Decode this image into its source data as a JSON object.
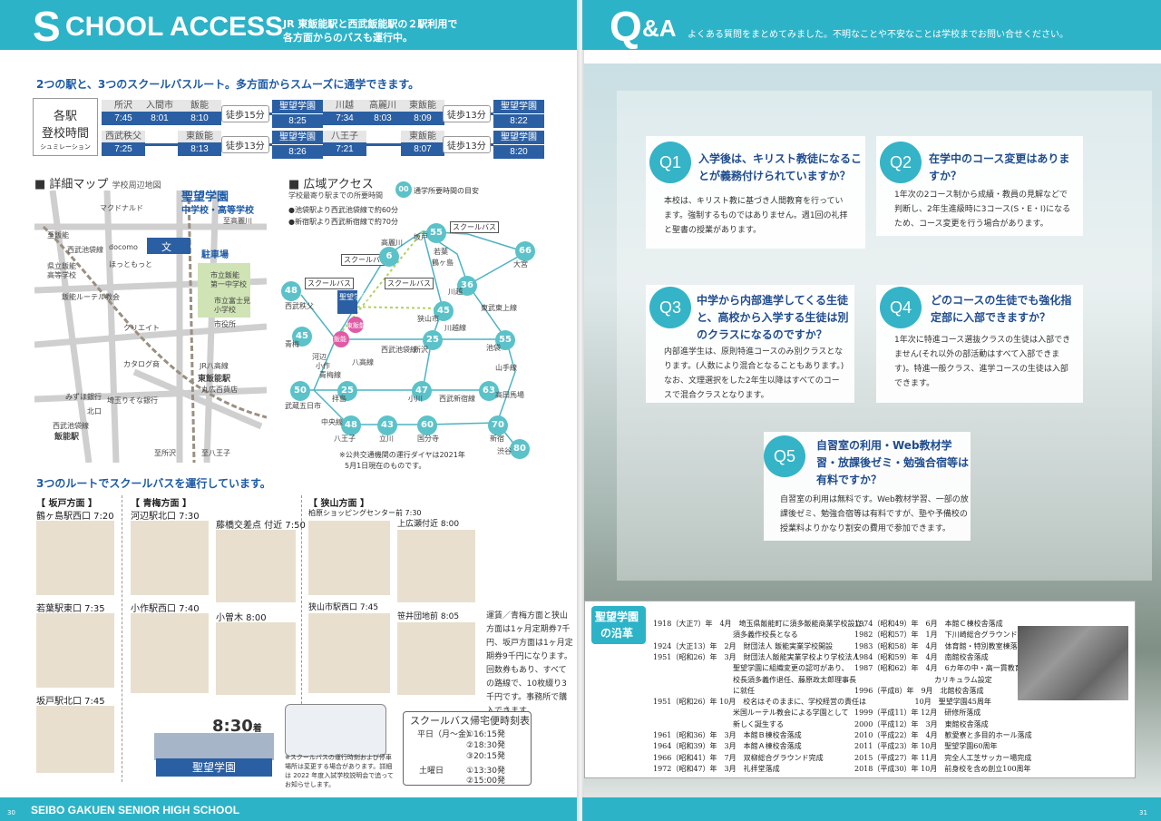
{
  "left_header": {
    "s": "S",
    "title": "CHOOL ACCESS",
    "sub1": "JR 東飯能駅と西武飯能駅の２駅利用で",
    "sub2": "各方面からのバスも運行中。"
  },
  "right_header": {
    "q": "Q",
    "title": "&A",
    "sub": "よくある質問をまとめてみました。不明なことや不安なことは学校までお問い合せください。"
  },
  "intro": "2つの駅と、3つのスクールバスルート。多方面からスムーズに通学できます。",
  "timing": {
    "label1": "各駅",
    "label2": "登校時間",
    "label3": "シュミレーション",
    "row1a": [
      {
        "n": "所沢",
        "t": "7:45"
      },
      {
        "n": "入間市",
        "t": "8:01"
      },
      {
        "n": "飯能",
        "t": "8:10"
      }
    ],
    "row1a_walk": "徒歩15分",
    "row1a_school": {
      "n": "聖望学園",
      "t": "8:25"
    },
    "row1b": [
      {
        "n": "川越",
        "t": "7:34"
      },
      {
        "n": "高麗川",
        "t": "8:03"
      },
      {
        "n": "東飯能",
        "t": "8:09"
      }
    ],
    "row1b_walk": "徒歩13分",
    "row1b_school": {
      "n": "聖望学園",
      "t": "8:22"
    },
    "row2a": [
      {
        "n": "西武秩父",
        "t": "7:25"
      },
      {
        "n": "東飯能",
        "t": "8:13"
      }
    ],
    "row2a_walk": "徒歩13分",
    "row2a_school": {
      "n": "聖望学園",
      "t": "8:26"
    },
    "row2b": [
      {
        "n": "八王子",
        "t": "7:21"
      },
      {
        "n": "東飯能",
        "t": "8:07"
      }
    ],
    "row2b_walk": "徒歩13分",
    "row2b_school": {
      "n": "聖望学園",
      "t": "8:20"
    }
  },
  "detail_map": {
    "title": "詳細マップ",
    "subtitle": "学校周辺地図",
    "school": "聖望学園",
    "school_sub": "中学校・高等学校",
    "parking": "駐車場",
    "labels": [
      "マクドナルド",
      "至飯能",
      "至高麗川",
      "西武池袋線",
      "docomo",
      "ほっともっと",
      "県立飯能",
      "高等学校",
      "飯能ルーテル教会",
      "市立飯能",
      "第一中学校",
      "市立富士見",
      "小学校",
      "市役所",
      "クリエイト",
      "カタログ商",
      "JR八高線",
      "東飯能駅",
      "丸広百貨店",
      "みずほ銀行",
      "埼玉りそな銀行",
      "北口",
      "西武池袋線",
      "飯能駅",
      "至所沢",
      "至八王子",
      "文"
    ]
  },
  "wide_map": {
    "title": "広域アクセス",
    "sub": "学校最寄り駅までの所要時間",
    "legend_num": "00",
    "legend": "通学所要時間の目安",
    "note1": "●池袋駅より西武池袋線で約60分",
    "note2": "●新宿駅より西武新宿線で約70分",
    "school": "聖望学園",
    "bus": "スクールバス",
    "hanno": "飯能",
    "higashi": "東飯能",
    "foot1": "※公共交通機関の運行ダイヤは2021年",
    "foot2": "5月1日現在のものです。",
    "nodes": [
      "55",
      "6",
      "66",
      "48",
      "36",
      "45",
      "45",
      "25",
      "55",
      "50",
      "25",
      "47",
      "63",
      "48",
      "43",
      "60",
      "70",
      "80"
    ],
    "places": [
      "坂戸",
      "高麗川",
      "若葉",
      "鶴ヶ島",
      "大宮",
      "西武秩父",
      "川越",
      "東武東上線",
      "狭山市",
      "川越線",
      "青梅",
      "河辺",
      "小作",
      "西武池袋線",
      "所沢",
      "池袋",
      "八高線",
      "山手線",
      "青梅線",
      "拝島",
      "小川",
      "西武新宿線",
      "高田馬場",
      "武蔵五日市",
      "中央線",
      "八王子",
      "立川",
      "国分寺",
      "新宿",
      "渋谷"
    ]
  },
  "bus_intro": "3つのルートでスクールバスを運行しています。",
  "routes": {
    "sakado": {
      "head": "【 坂戸方面 】",
      "s1": "鶴ヶ島駅西口 7:20",
      "s2": "若葉駅東口 7:35",
      "s3": "坂戸駅北口 7:45"
    },
    "ome": {
      "head": "【 青梅方面 】",
      "s1": "河辺駅北口 7:30",
      "s2": "小作駅西口 7:40",
      "s3": "藤橋交差点 付近 7:50",
      "s4": "小曽木 8:00"
    },
    "sayama": {
      "head": "【 狭山方面 】",
      "s1": "柏原ショッピングセンター前 7:30",
      "s2": "狭山市駅西口 7:45",
      "s3": "上広瀬付近 8:00",
      "s4": "笹井団地前 8:05"
    }
  },
  "arrive": {
    "time": "8:30",
    "suffix": "着",
    "school": "聖望学園"
  },
  "fare": "運賃／青梅方面と狭山方面は1ヶ月定期券7千円、坂戸方面は1ヶ月定期券9千円になります。回数券もあり、すべての路線で、10枚綴り3千円です。事務所で購入できます。",
  "bus_note": "※スクールバスの運行時刻および停車場所は変更する場合があります。詳細は 2022 年度入試学校説明会で追ってお知らせします。",
  "timetable": {
    "title": "スクールバス帰宅便時刻表",
    "weekday": "平日（月〜金）",
    "w1": "①16:15発",
    "w2": "②18:30発",
    "w3": "③20:15発",
    "sat": "土曜日",
    "s1": "①13:30発",
    "s2": "②15:00発"
  },
  "qa": [
    {
      "n": "Q1",
      "title": "入学後は、キリスト教徒になることが義務付けられていますか？",
      "body": "本校は、キリスト教に基づき人間教育を行っています。強制するものではありません。週1回の礼拝と聖書の授業があります。"
    },
    {
      "n": "Q2",
      "title": "在学中のコース変更はありますか？",
      "body": "1年次の2コース制から成績・教員の見解などで判断し、2年生進級時に3コース(S・E・I)になるため、コース変更を行う場合があります。"
    },
    {
      "n": "Q3",
      "title": "中学から内部進学してくる生徒と、高校から入学する生徒は別のクラスになるのですか？",
      "body": "内部進学生は、原則特進コースのみ別クラスとなります。(人数により混合となることもあります。)なお、文理選択をした2年生以降はすべてのコースで混合クラスとなります。"
    },
    {
      "n": "Q4",
      "title": "どのコースの生徒でも強化指定部に入部できますか？",
      "body": "1年次に特進コース選抜クラスの生徒は入部できません(それ以外の部活動はすべて入部できます)。特進一般クラス、進学コースの生徒は入部できます。"
    },
    {
      "n": "Q5",
      "title": "自習室の利用・Web教材学習・放課後ゼミ・勉強合宿等は有料ですか？",
      "body": "自習室の利用は無料です。Web教材学習、一部の放課後ゼミ、勉強合宿等は有料ですが、塾や予備校の授業料よりかなり割安の費用で参加できます。"
    }
  ],
  "history": {
    "title1": "聖望学園",
    "title2": "の沿革",
    "left": [
      "1918（大正7）年　4月　埼玉県飯能町に須多飯能商業学校設立、",
      "　　　　　　　　　　　須多義作校長となる",
      "1924（大正13）年　2月　財団法人 飯能実業学校開設",
      "1951（昭和26）年　3月　財団法人飯能実業学校より学校法人",
      "　　　　　　　　　　　聖望学園に組織変更の認可があり、",
      "　　　　　　　　　　　校長須多義作退任、藤原政太郎理事長",
      "　　　　　　　　　　　に就任",
      "1951（昭和26）年 10月　校名はそのままに、学校経営の責任は",
      "　　　　　　　　　　　米国ルーテル教会による学園として",
      "　　　　　　　　　　　新しく誕生する",
      "1961（昭和36）年　3月　本館Ｂ棟校舎落成",
      "1964（昭和39）年　3月　本館Ａ棟校舎落成",
      "1966（昭和41）年　7月　双柳総合グラウンド完成",
      "1972（昭和47）年　3月　礼拝堂落成"
    ],
    "right": [
      "1974（昭和49）年　6月　本館Ｃ棟校舎落成",
      "1982（昭和57）年　1月　下川崎総合グラウンド完成",
      "1983（昭和58）年　4月　体育館・特別教室棟落成",
      "1984（昭和59）年　4月　南館校舎落成",
      "1987（昭和62）年　4月　6カ年の中・高一貫教育",
      "　　　　　　　　　　　カリキュラム設定",
      "1996（平成8）年　9月　北館校舎落成",
      "　　　　　　　　 10月　聖望学園45周年",
      "1999（平成11）年 12月　研修所落成",
      "2000（平成12）年　3月　東館校舎落成",
      "2010（平成22）年　4月　歓愛寮と多目的ホール落成",
      "2011（平成23）年 10月　聖望学園60周年",
      "2015（平成27）年 11月　完全人工芝サッカー場完成",
      "2018（平成30）年 10月　前身校を含め創立100周年"
    ]
  },
  "footer": {
    "page_left": "30",
    "name": "SEIBO GAKUEN SENIOR HIGH SCHOOL",
    "page_right": "31"
  },
  "colors": {
    "teal": "#2db3c8",
    "navy": "#2b5fa3",
    "node": "#5bc2c9"
  }
}
